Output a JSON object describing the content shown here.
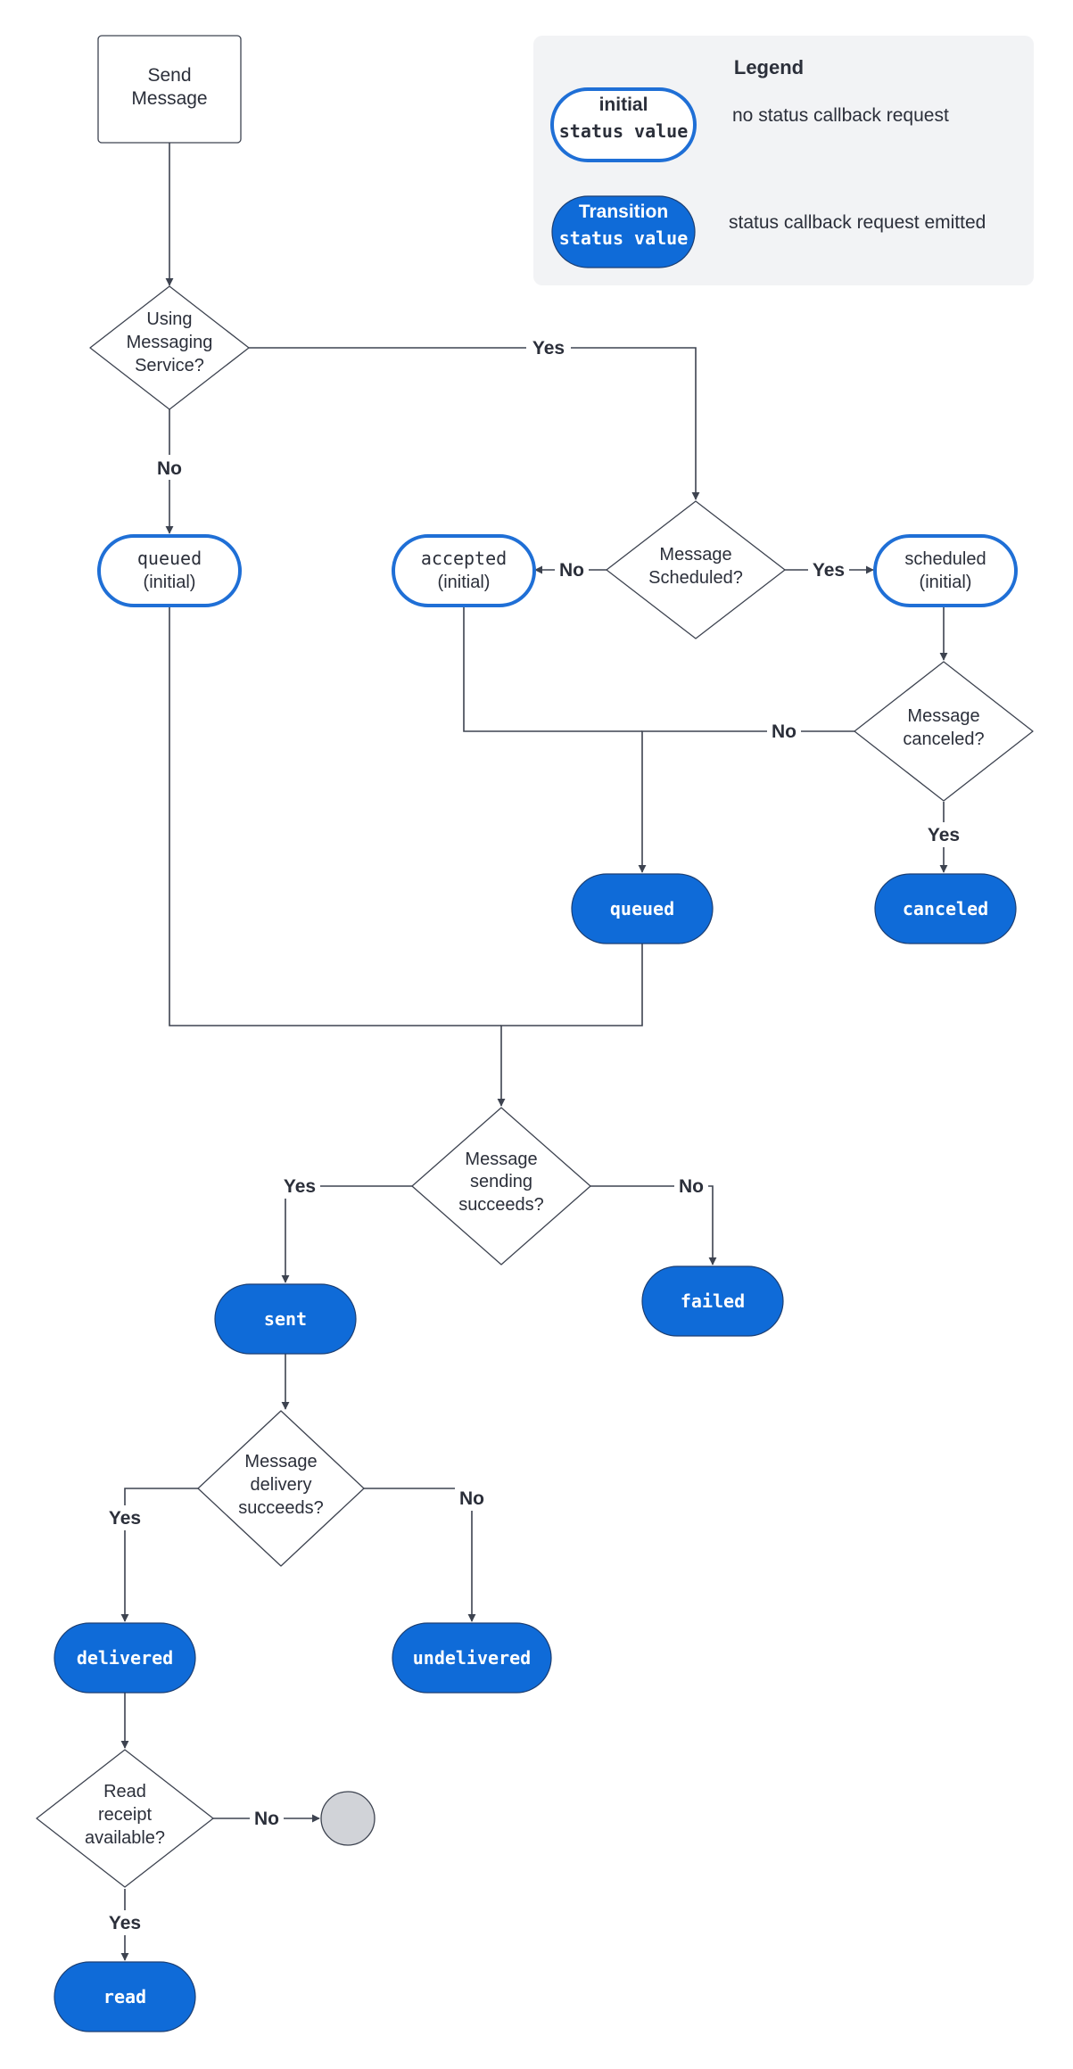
{
  "colors": {
    "transition_fill": "#0f6bd8",
    "initial_stroke": "#1f6fd6",
    "stroke": "#3d4350",
    "text": "#2b2f3a",
    "legend_bg": "#f2f3f5",
    "end_fill": "#d1d3d8"
  },
  "legend": {
    "title": "Legend",
    "initial_line1": "initial",
    "initial_line2": "status value",
    "initial_desc": "no status callback request",
    "transition_line1": "Transition",
    "transition_line2": "status value",
    "transition_desc": "status callback request emitted"
  },
  "nodes": {
    "send_message": [
      "Send",
      "Message"
    ],
    "using_service": [
      "Using",
      "Messaging",
      "Service?"
    ],
    "queued_initial": [
      "queued",
      "(initial)"
    ],
    "accepted_initial": [
      "accepted",
      "(initial)"
    ],
    "message_scheduled": [
      "Message",
      "Scheduled?"
    ],
    "scheduled_initial": [
      "scheduled",
      "(initial)"
    ],
    "message_canceled": [
      "Message",
      "canceled?"
    ],
    "queued": "queued",
    "canceled": "canceled",
    "sending_succeeds": [
      "Message",
      "sending",
      "succeeds?"
    ],
    "sent": "sent",
    "failed": "failed",
    "delivery_succeeds": [
      "Message",
      "delivery",
      "succeeds?"
    ],
    "delivered": "delivered",
    "undelivered": "undelivered",
    "read_receipt": [
      "Read",
      "receipt",
      "available?"
    ],
    "read": "read"
  },
  "edge_labels": {
    "service_yes": "Yes",
    "service_no": "No",
    "scheduled_no": "No",
    "scheduled_yes": "Yes",
    "canceled_no": "No",
    "canceled_yes": "Yes",
    "sending_yes": "Yes",
    "sending_no": "No",
    "delivery_yes": "Yes",
    "delivery_no": "No",
    "receipt_no": "No",
    "receipt_yes": "Yes"
  }
}
